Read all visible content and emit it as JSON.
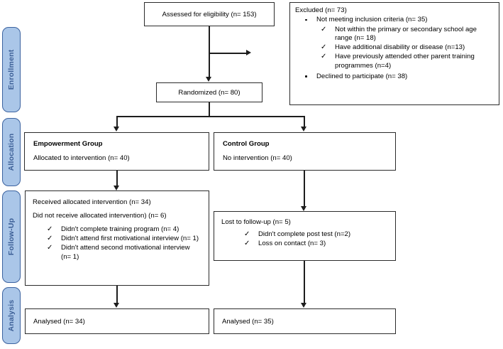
{
  "diagram": {
    "type": "consort-flow-diagram",
    "colors": {
      "pill_fill": "#aac6e8",
      "pill_border": "#3c63a0",
      "pill_text": "#3c5f96",
      "box_border": "#2b2b2b",
      "connector": "#1d1d1d",
      "background": "#ffffff"
    }
  },
  "stages": [
    {
      "label": "Enrollment"
    },
    {
      "label": "Allocation"
    },
    {
      "label": "Follow-Up"
    },
    {
      "label": "Analysis"
    }
  ],
  "enrollment": {
    "assessed": "Assessed for eligibility (n= 153)",
    "randomized": "Randomized (n= 80)",
    "excluded": {
      "heading": "Excluded (n= 73)",
      "items": [
        {
          "text": "Not meeting inclusion criteria (n= 35)",
          "subitems": [
            "Not within the primary or secondary school age range (n= 18)",
            "Have additional disability or disease (n=13)",
            "Have previously attended other parent training programmes (n=4)"
          ]
        },
        {
          "text": "Declined to participate (n= 38)",
          "subitems": []
        }
      ]
    }
  },
  "allocation": {
    "left": {
      "title": "Empowerment Group",
      "line": "Allocated to intervention (n= 40)"
    },
    "right": {
      "title": "Control Group",
      "line": "No intervention (n= 40)"
    }
  },
  "followup": {
    "left": {
      "line1": "Received allocated intervention (n= 34)",
      "line2": "Did not receive allocated intervention) (n= 6)",
      "items": [
        "Didn't complete training program (n= 4)",
        "Didn't attend first motivational interview (n= 1)",
        "Didn't attend second motivational interview (n= 1)"
      ]
    },
    "right": {
      "line1": "Lost to follow-up (n= 5)",
      "items": [
        "Didn't complete post test (n=2)",
        "Loss on contact (n= 3)"
      ]
    }
  },
  "analysis": {
    "left": "Analysed (n= 34)",
    "right": "Analysed (n= 35)"
  },
  "icons": {
    "check": "✓",
    "bullet": "•"
  }
}
